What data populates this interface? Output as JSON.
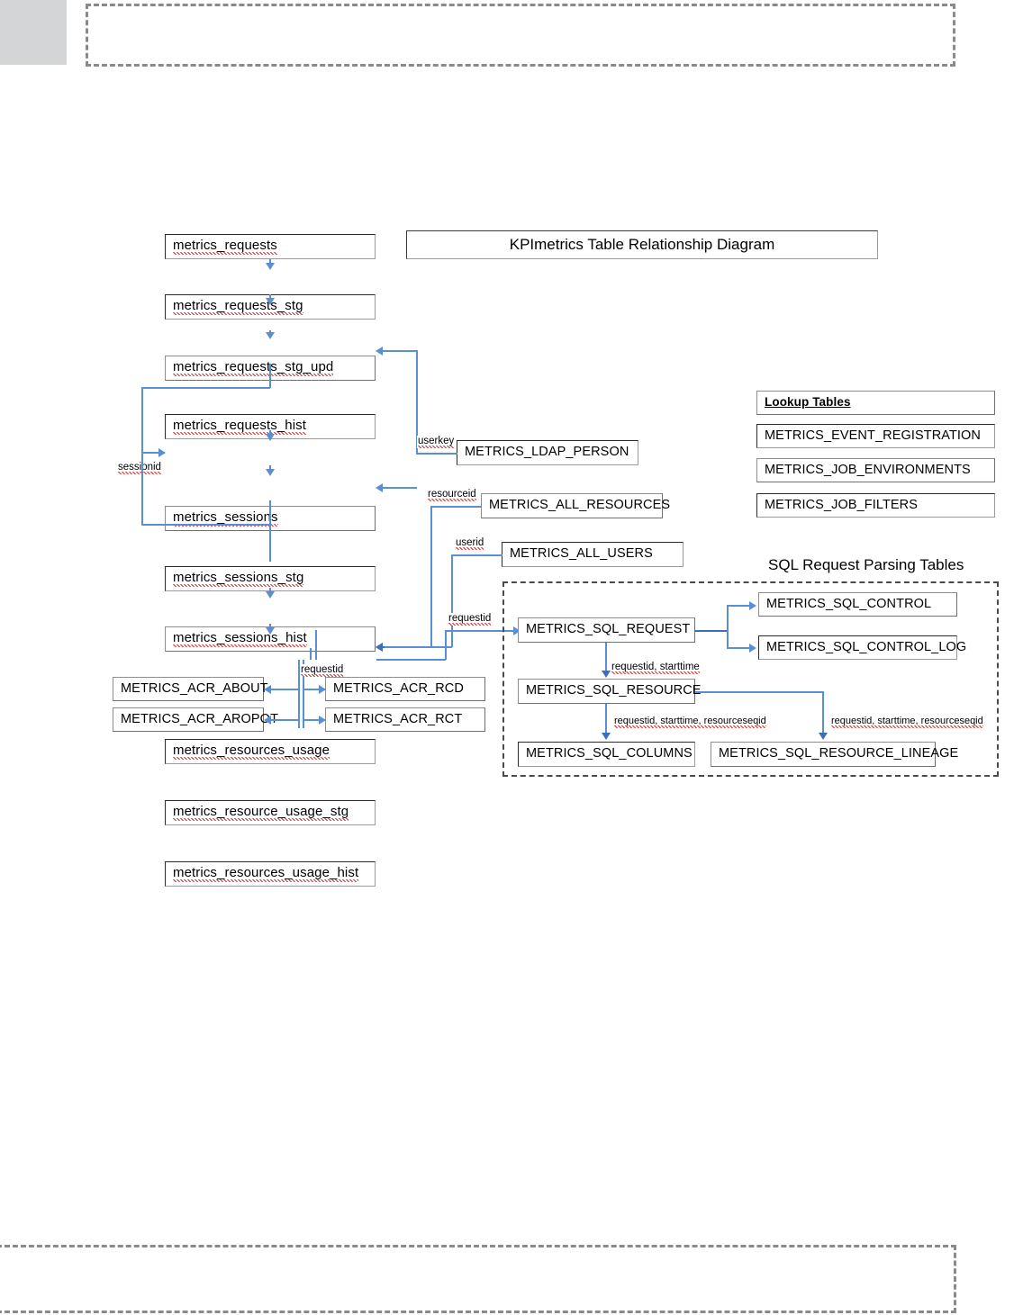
{
  "document": {
    "title": "KPImetrics Table Relationship Diagram",
    "header_region_label": "",
    "footer_region_label": ""
  },
  "title_banner": {
    "text": "KPImetrics Table Relationship Diagram"
  },
  "captions": {
    "sql_group": "SQL Request Parsing Tables"
  },
  "request_chain": {
    "boxes": [
      {
        "name": "metrics_requests"
      },
      {
        "name": "metrics_requests_stg"
      },
      {
        "name": "metrics_requests_stg_upd"
      },
      {
        "name": "metrics_requests_hist"
      }
    ]
  },
  "session_chain": {
    "boxes": [
      {
        "name": "metrics_sessions"
      },
      {
        "name": "metrics_sessions_stg"
      },
      {
        "name": "metrics_sessions_hist"
      }
    ]
  },
  "usage_chain": {
    "boxes": [
      {
        "name": "metrics_resources_usage"
      },
      {
        "name": "metrics_resource_usage_stg"
      },
      {
        "name": "metrics_resources_usage_hist"
      }
    ]
  },
  "acr_tables": {
    "left": [
      {
        "name": "METRICS_ACR_ABOUT"
      },
      {
        "name": "METRICS_ACR_AROPOT"
      }
    ],
    "right": [
      {
        "name": "METRICS_ACR_RCD"
      },
      {
        "name": "METRICS_ACR_RCT"
      }
    ]
  },
  "reference_tables": [
    {
      "name": "METRICS_LDAP_PERSON"
    },
    {
      "name": "METRICS_ALL_RESOURCES"
    },
    {
      "name": "METRICS_ALL_USERS"
    }
  ],
  "lookup_tables": {
    "header": "Lookup Tables",
    "items": [
      {
        "name": "METRICS_EVENT_REGISTRATION"
      },
      {
        "name": "METRICS_JOB_ENVIRONMENTS"
      },
      {
        "name": "METRICS_JOB_FILTERS"
      }
    ]
  },
  "sql_parsing_tables": [
    {
      "name": "METRICS_SQL_REQUEST"
    },
    {
      "name": "METRICS_SQL_CONTROL"
    },
    {
      "name": "METRICS_SQL_CONTROL_LOG"
    },
    {
      "name": "METRICS_SQL_RESOURCE"
    },
    {
      "name": "METRICS_SQL_COLUMNS"
    },
    {
      "name": "METRICS_SQL_RESOURCE_LINEAGE"
    }
  ],
  "edge_labels": {
    "sessionid": "sessionid",
    "userkey": "userkey",
    "resourceid": "resourceid",
    "userid": "userid",
    "requestid_sql": "requestid",
    "requestid_acr": "requestid",
    "requestid_usage": "requestid",
    "requestid_starttime": "requestid, starttime",
    "requestid_starttime_resourceseqid_left": "requestid, starttime, resourceseqid",
    "requestid_starttime_resourceseqid_right": "requestid, starttime, resourceseqid"
  },
  "colors": {
    "connector": "#5b8fd4",
    "connector_dark": "#3c6fbb",
    "box_border": "#2b2b2b",
    "box_shadow": "#8d8d8d",
    "dashed_frame": "#4a4a4a",
    "corner_block": "#d3d5d6",
    "spell_underline": "#e03030",
    "background": "#ffffff"
  }
}
